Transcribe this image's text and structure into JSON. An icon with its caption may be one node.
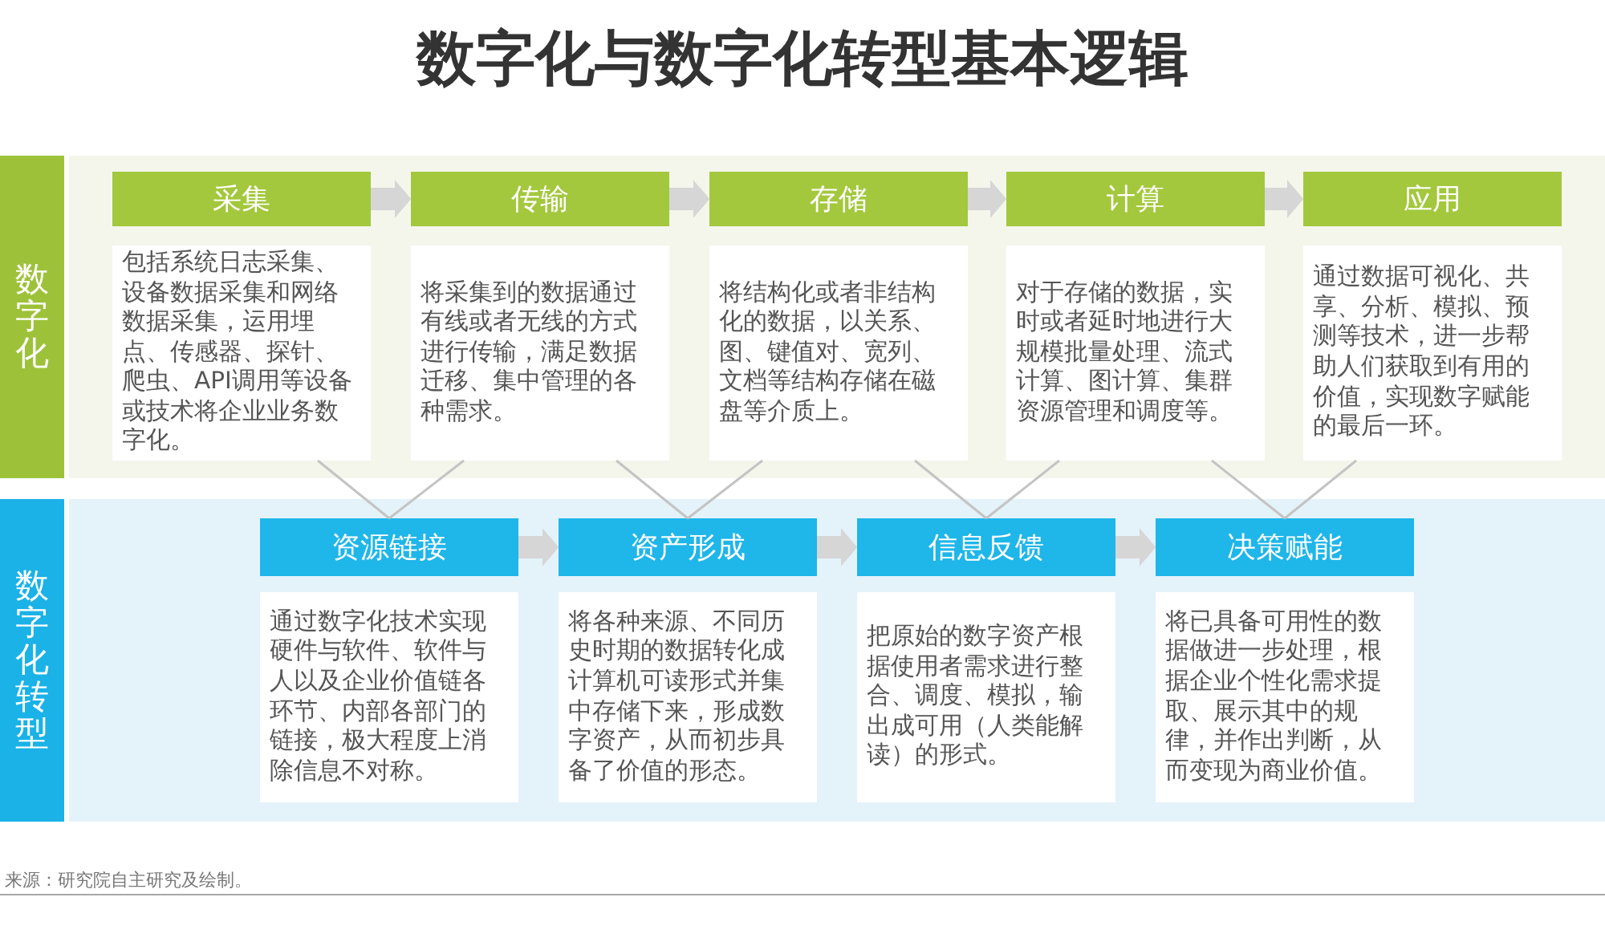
{
  "diagram": {
    "title": "数字化与数字化转型基本逻辑",
    "nodes": [
      {
        "text": [
          "数字化"
        ]
      },
      {
        "text": [
          "采集"
        ],
        "in": 0
      },
      {
        "text": [
          "包括系统日志采集、设备数据采集和网络数据采集，运用埋点、传感器、探针、爬虫、API调用等设备或技术将企业业务数字化。"
        ],
        "in": 0
      },
      {
        "text": [
          "传输"
        ],
        "in": 0
      },
      {
        "text": [
          "将采集到的数据通过有线或者无线的方式进行传输，满足数据迁移、集中管理的各种需求。"
        ],
        "in": 0
      },
      {
        "text": [
          "存储"
        ],
        "in": 0
      },
      {
        "text": [
          "将结构化或者非结构化的数据，以关系、图、键值对、宽列、文档等结构存储在磁盘等介质上。"
        ],
        "in": 0
      },
      {
        "text": [
          "计算"
        ],
        "in": 0
      },
      {
        "text": [
          "对于存储的数据，实时或者延时地进行大规模批量处理、流式计算、图计算、集群资源管理和调度等。"
        ],
        "in": 0
      },
      {
        "text": [
          "应用"
        ],
        "in": 0
      },
      {
        "text": [
          "通过数据可视化、共享、分析、模拟、预测等技术，进一步帮助人们获取到有用的价值，实现数字赋能的最后一环。"
        ],
        "in": 0
      },
      {
        "text": [
          "数字化转型"
        ]
      },
      {
        "text": [
          "资源链接"
        ],
        "in": 11
      },
      {
        "text": [
          "通过数字化技术实现硬件与软件、软件与人以及企业价值链各环节、内部各部门的链接，极大程度上消除信息不对称。"
        ],
        "in": 11
      },
      {
        "text": [
          "资产形成"
        ],
        "in": 11
      },
      {
        "text": [
          "将各种来源、不同历史时期的数据转化成计算机可读形式并集中存储下来，形成数字资产，从而初步具备了价值的形态。"
        ],
        "in": 11
      },
      {
        "text": [
          "信息反馈"
        ],
        "in": 11
      },
      {
        "text": [
          "把原始的数字资产根据使用者需求进行整合、调度、模拟，输出成可用（人类能解读）的形式。"
        ],
        "in": 11
      },
      {
        "text": [
          "决策赋能"
        ],
        "in": 11
      },
      {
        "text": [
          "将已具备可用性的数据做进一步处理，根据企业个性化需求提取、展示其中的规律，并作出判断，从而变现为商业价值。"
        ],
        "in": 11
      }
    ],
    "edges": [
      {
        "from": 1,
        "to": 3,
        "arrow": "to",
        "style": "thick"
      },
      {
        "from": 3,
        "to": 5,
        "arrow": "to",
        "style": "thick"
      },
      {
        "from": 5,
        "to": 7,
        "arrow": "to",
        "style": "thick"
      },
      {
        "from": 7,
        "to": 9,
        "arrow": "to",
        "style": "thick"
      },
      {
        "from": 2,
        "to": 12,
        "arrow": "none"
      },
      {
        "from": 4,
        "to": 12,
        "arrow": "none"
      },
      {
        "from": 4,
        "to": 14,
        "arrow": "none"
      },
      {
        "from": 6,
        "to": 14,
        "arrow": "none"
      },
      {
        "from": 6,
        "to": 16,
        "arrow": "none"
      },
      {
        "from": 8,
        "to": 16,
        "arrow": "none"
      },
      {
        "from": 8,
        "to": 18,
        "arrow": "none"
      },
      {
        "from": 10,
        "to": 18,
        "arrow": "none"
      },
      {
        "from": 12,
        "to": 14,
        "arrow": "to",
        "style": "thick"
      },
      {
        "from": 14,
        "to": 16,
        "arrow": "to",
        "style": "thick"
      },
      {
        "from": 16,
        "to": 18,
        "arrow": "to",
        "style": "thick"
      }
    ],
    "labels": [
      "来源：研究院自主研究及绘制。"
    ]
  }
}
